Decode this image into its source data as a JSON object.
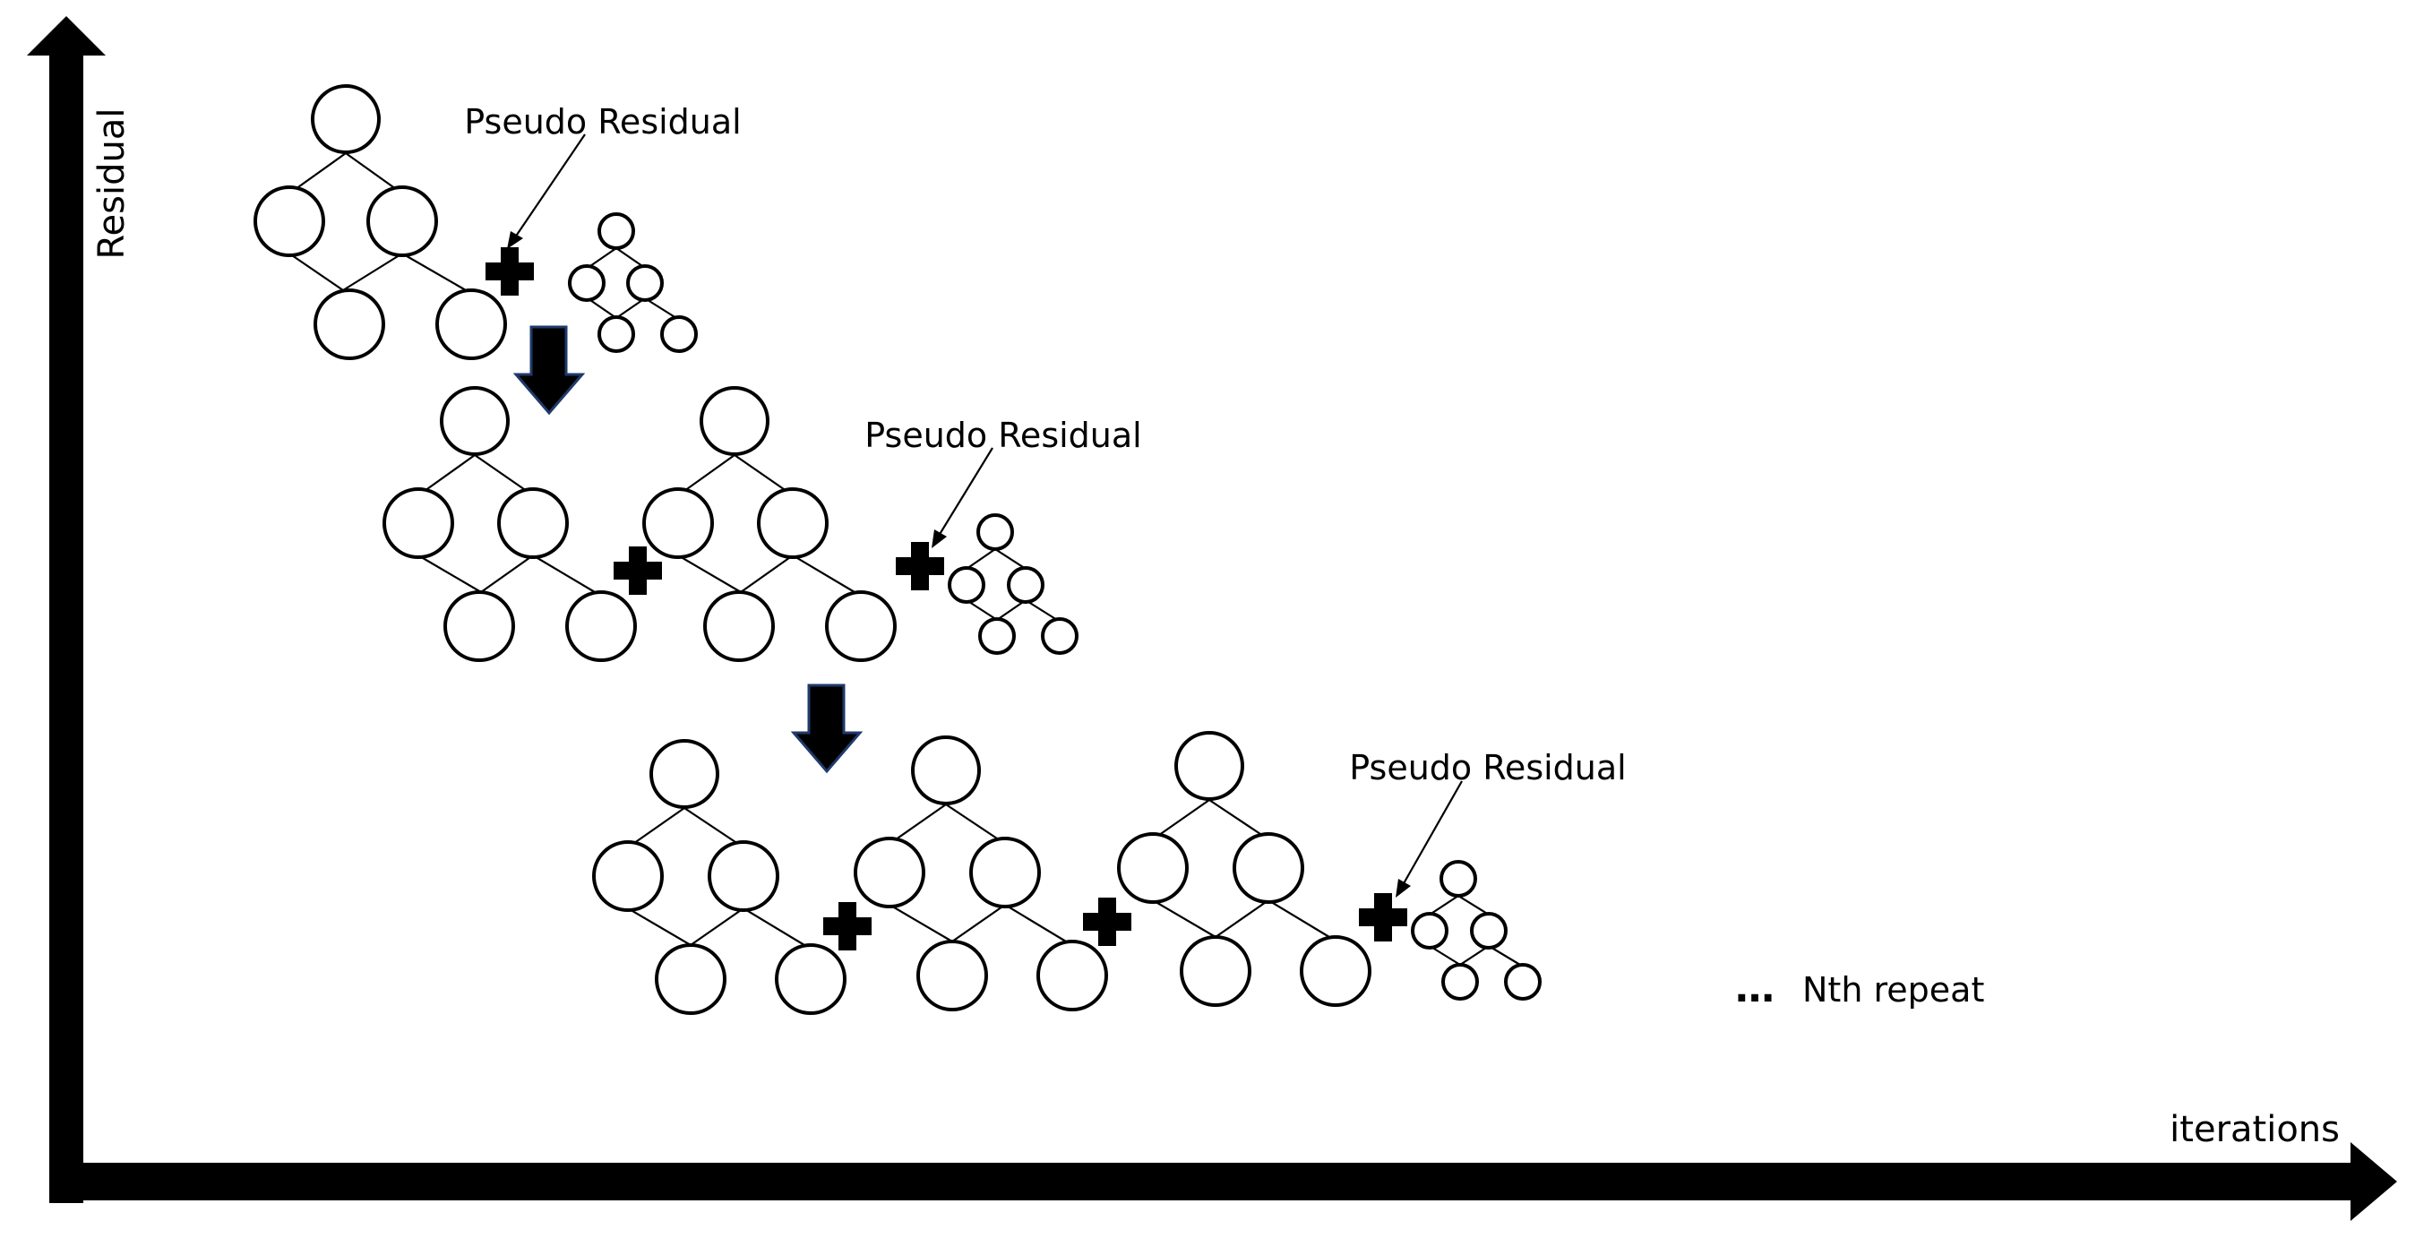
{
  "axes": {
    "y_label": "Residual",
    "x_label": "iterations"
  },
  "pseudo_residual_label": "Pseudo Residual",
  "ellipsis": "…",
  "final_note": "Nth repeat",
  "stages": [
    {
      "trees": 1
    },
    {
      "trees": 2
    },
    {
      "trees": 3
    }
  ],
  "colors": {
    "stroke": "#000000",
    "background": "#ffffff",
    "arrow_outline": "#1f3a6b"
  }
}
